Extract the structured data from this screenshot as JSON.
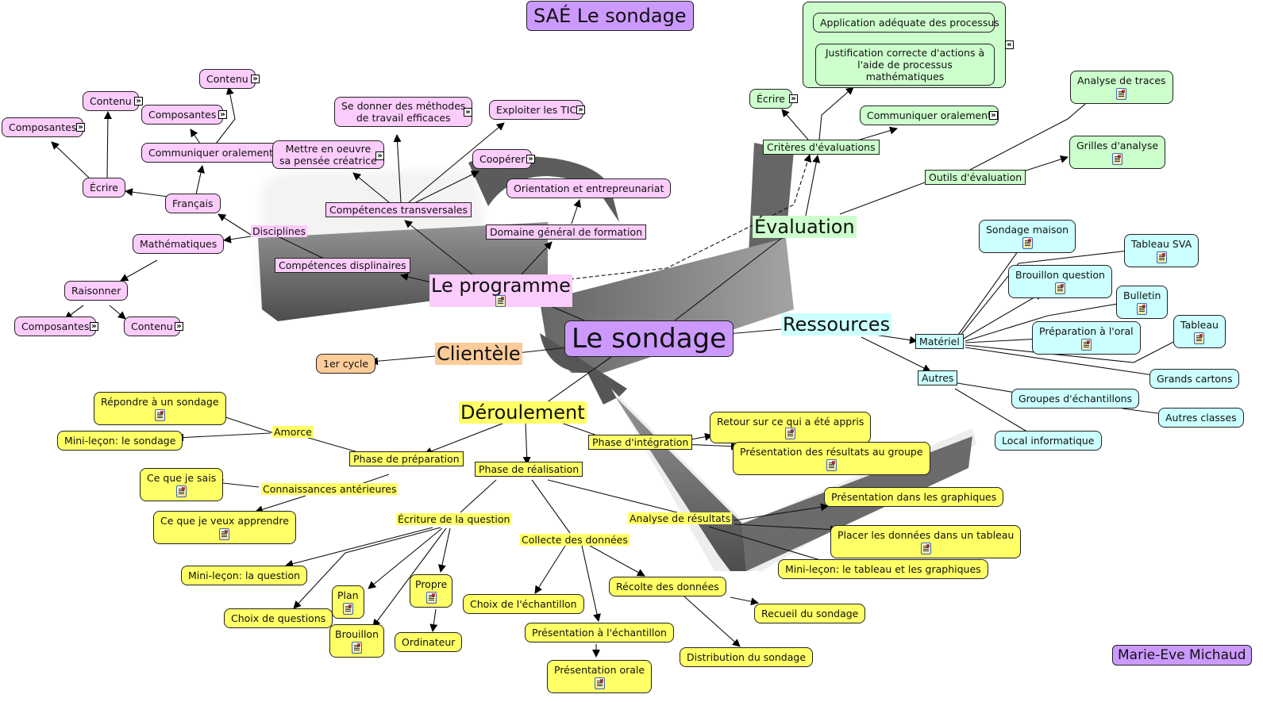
{
  "title": "SAÉ Le sondage",
  "author": "Marie-Eve Michaud",
  "center": "Le sondage",
  "colors": {
    "programme": "#fcccfc",
    "evaluation": "#ccffcc",
    "ressources": "#ccffff",
    "deroulement": "#ffff66",
    "clientele": "#fccc99",
    "center": "#cc99ff"
  },
  "programme": {
    "label": "Le programme",
    "disciplines": "Disciplines",
    "francais": "Français",
    "ecrire": "Écrire",
    "ecrire_composantes": "Composantes",
    "ecrire_contenu": "Contenu",
    "communiquer": "Communiquer oralement",
    "communiquer_composantes": "Composantes",
    "communiquer_contenu": "Contenu",
    "maths": "Mathématiques",
    "raisonner": "Raisonner",
    "raisonner_composantes": "Composantes",
    "raisonner_contenu": "Contenu",
    "comp_disc": "Compétences displinaires",
    "comp_trans": "Compétences transversales",
    "pensee": "Mettre en oeuvre\nsa pensée créatrice",
    "methodes": "Se donner des méthodes\nde travail efficaces",
    "tic": "Exploiter les TIC",
    "cooperer": "Coopérer",
    "domaine": "Domaine général de formation",
    "orientation": "Orientation et entrepreunariat"
  },
  "evaluation": {
    "label": "Évaluation",
    "criteres": "Critères d'évaluations",
    "ecrire": "Écrire",
    "communiquer": "Communiquer oralement",
    "application": "Application adéquate des processus",
    "justification": "Justification correcte d'actions à\nl'aide de processus mathématiques",
    "outils": "Outils d'évaluation",
    "analyse_traces": "Analyse de traces",
    "grilles": "Grilles d'analyse"
  },
  "ressources": {
    "label": "Ressources",
    "materiel": "Matériel",
    "sondage_maison": "Sondage maison",
    "tableau_sva": "Tableau SVA",
    "brouillon_question": "Brouillon question",
    "bulletin": "Bulletin",
    "preparation_oral": "Préparation à l'oral",
    "tableau": "Tableau",
    "grands_cartons": "Grands cartons",
    "autres": "Autres",
    "groupes": "Groupes d'échantillons",
    "autres_classes": "Autres classes",
    "local": "Local informatique"
  },
  "clientele": {
    "label": "Clientèle",
    "cycle": "1er cycle"
  },
  "deroulement": {
    "label": "Déroulement",
    "preparation": "Phase de préparation",
    "amorce": "Amorce",
    "repondre": "Répondre à un sondage",
    "mini_sondage": "Mini-leçon: le sondage",
    "connaissances": "Connaissances antérieures",
    "je_sais": "Ce que je sais",
    "je_veux": "Ce que je veux apprendre",
    "realisation": "Phase de réalisation",
    "ecriture": "Écriture de la question",
    "mini_question": "Mini-leçon: la question",
    "choix_questions": "Choix de questions",
    "plan": "Plan",
    "brouillon": "Brouillon",
    "propre": "Propre",
    "ordinateur": "Ordinateur",
    "collecte": "Collecte des données",
    "choix_echantillon": "Choix de l'échantillon",
    "presentation_echantillon": "Présentation à l'échantillon",
    "presentation_orale": "Présentation orale",
    "recolte": "Récolte des données",
    "recueil": "Recueil du sondage",
    "distribution": "Distribution du sondage",
    "analyse": "Analyse de résultats",
    "pres_graphiques": "Présentation dans les graphiques",
    "placer_tableau": "Placer les données dans un tableau",
    "mini_tableau": "Mini-leçon: le tableau et les graphiques",
    "integration": "Phase d'intégration",
    "retour": "Retour sur ce qui a été appris",
    "pres_resultats": "Présentation des résultats au groupe"
  },
  "icons": {
    "expand": "»",
    "collapse": "«"
  }
}
